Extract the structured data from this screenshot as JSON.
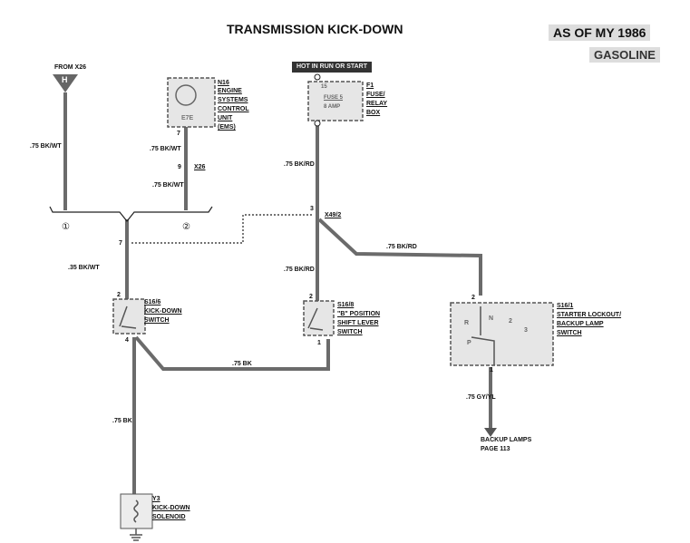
{
  "title": "TRANSMISSION KICK-DOWN",
  "model_year": "AS OF MY 1986",
  "fuel": "GASOLINE",
  "source": {
    "label": "FROM X26",
    "symbol": "H"
  },
  "n16": {
    "id": "N16",
    "lines": [
      "ENGINE",
      "SYSTEMS",
      "CONTROL",
      "UNIT",
      "(EMS)"
    ],
    "inner": "E7E",
    "pin": "7"
  },
  "x26": {
    "pin": "9",
    "label": "X26"
  },
  "f1": {
    "hot": "HOT IN RUN OR START",
    "id": "F1",
    "lines": [
      "FUSE/",
      "RELAY",
      "BOX"
    ],
    "pin": "15",
    "fuse": "FUSE 5",
    "amp": "8 AMP"
  },
  "x49": {
    "pin": "3",
    "label": "X49/2"
  },
  "bus": {
    "ref1": "①",
    "ref2": "②",
    "pin": "7"
  },
  "s16_6": {
    "id": "S16/6",
    "lines": [
      "KICK-DOWN",
      "SWITCH"
    ],
    "pin_in": "2",
    "pin_out": "4"
  },
  "s16_8": {
    "id": "S16/8",
    "lines": [
      "\"B\" POSITION",
      "SHIFT LEVER",
      "SWITCH"
    ],
    "pin_in": "2",
    "pin_out": "1"
  },
  "s16_1": {
    "id": "S16/1",
    "lines": [
      "STARTER LOCKOUT/",
      "BACKUP LAMP",
      "SWITCH"
    ],
    "pin_in": "2",
    "pin_out": "1",
    "positions": [
      "R",
      "N",
      "2",
      "3",
      "P"
    ]
  },
  "y3": {
    "id": "Y3",
    "lines": [
      "KICK-DOWN",
      "SOLENOID"
    ]
  },
  "wires": {
    "source": ".75 BK/WT",
    "n16_a": ".75 BK/WT",
    "n16_b": ".75 BK/WT",
    "bus_out": ".35 BK/WT",
    "f1_out": ".75 BK/RD",
    "x49_down": ".75 BK/RD",
    "x49_right": ".75 BK/RD",
    "ground": ".75 BK",
    "solenoid": ".75 BK",
    "backup": ".75 GY/YL"
  },
  "backup_dest": {
    "label": "BACKUP LAMPS",
    "page": "PAGE 113"
  }
}
